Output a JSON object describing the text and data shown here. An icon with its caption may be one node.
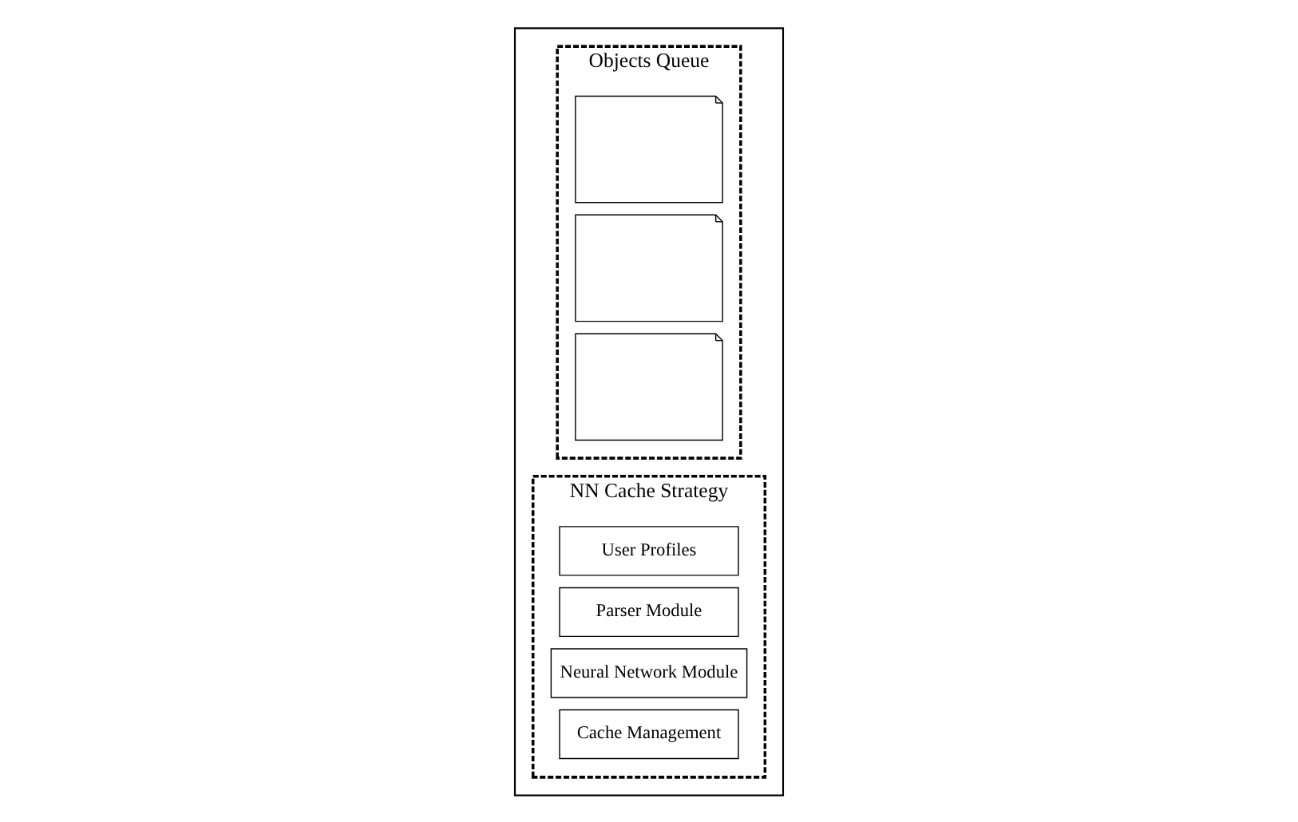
{
  "diagram": {
    "nodes": [
      {
        "text": [],
        "shape": "box"
      },
      {
        "text": [
          "Objects Queue"
        ],
        "in": 0
      },
      {
        "text": [],
        "shape": "page",
        "in": 1
      },
      {
        "text": [],
        "shape": "page",
        "in": 1
      },
      {
        "text": [],
        "shape": "page",
        "in": 1
      },
      {
        "text": [
          "NN Cache Strategy"
        ],
        "in": 0
      },
      {
        "text": [
          "User Profiles"
        ],
        "in": 5
      },
      {
        "text": [
          "Parser Module"
        ],
        "in": 5
      },
      {
        "text": [
          "Neural Network Module"
        ],
        "in": 5
      },
      {
        "text": [
          "Cache Management"
        ],
        "in": 5
      }
    ],
    "edges": []
  }
}
